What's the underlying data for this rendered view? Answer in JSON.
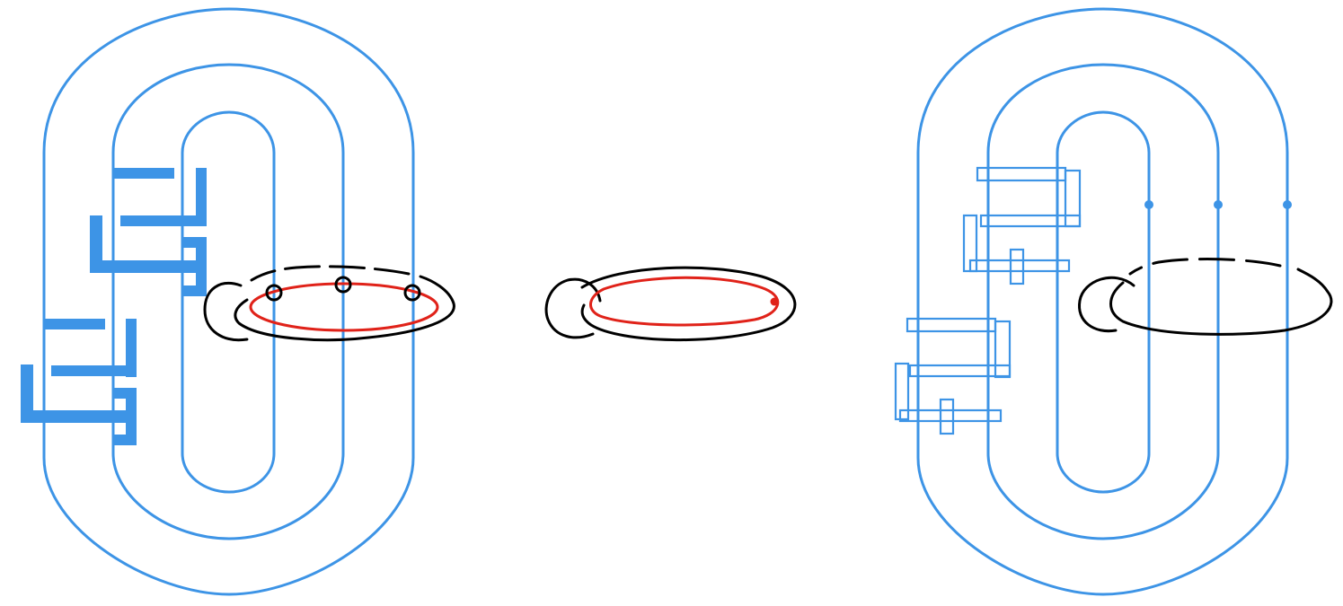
{
  "colors": {
    "blue": "#3d94e6",
    "red": "#e02219",
    "black": "#000000",
    "background": "#ffffff"
  },
  "panels": [
    {
      "name": "left-diagram",
      "description_free": true
    },
    {
      "name": "middle-diagram",
      "description_free": true
    },
    {
      "name": "right-diagram",
      "description_free": true
    }
  ]
}
